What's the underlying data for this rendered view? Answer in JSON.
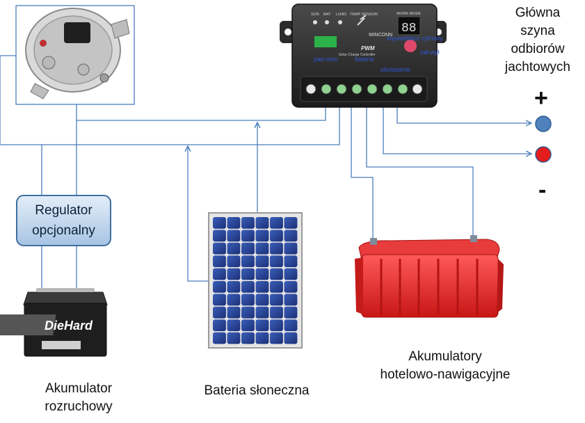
{
  "title": {
    "lines": [
      "Główna",
      "szyna",
      "odbiorów",
      "jachtowych"
    ]
  },
  "bus": {
    "plus": "+",
    "minus": "-",
    "plus_color": "#4f81bd",
    "minus_color": "#e31c1c"
  },
  "controller": {
    "indicator_labels": [
      "SUN",
      "BAT",
      "LOAD",
      "TEMP SENSOR"
    ],
    "work_mode": "WORK MODE",
    "brand": "WINCONN",
    "model": "PWM",
    "subtitle": "Solar Charge Controller",
    "display_value": "88",
    "annotations": {
      "display": "wyswietlacz cyfrowy",
      "switch": "zał-wył",
      "panel": "pan-sion",
      "battery": "bateria",
      "load": "obciazenie"
    }
  },
  "regulator": {
    "line1": "Regulator",
    "line2": "opcjonalny"
  },
  "starter_battery": {
    "brand": "DieHard",
    "label_line1": "Akumulator",
    "label_line2": "rozruchowy"
  },
  "solar_panel": {
    "label": "Bateria słoneczna"
  },
  "house_battery": {
    "label_line1": "Akumulatory",
    "label_line2": "hotelowo-nawigacyjne"
  },
  "colors": {
    "wire": "#4a7ebb",
    "controller_body": "#2a2a2a",
    "panel_cell": "#24408f",
    "house_battery": "#e52a2a"
  }
}
